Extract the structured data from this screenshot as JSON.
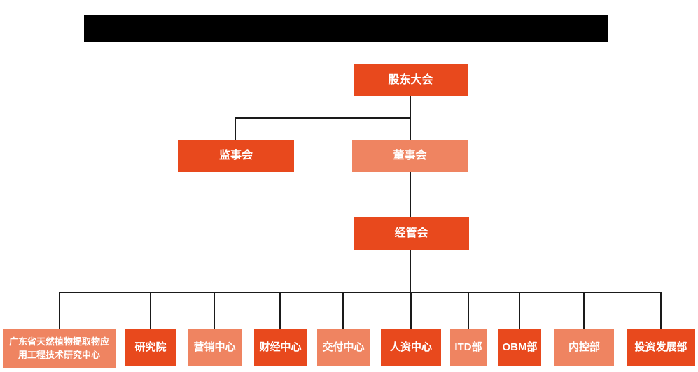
{
  "colors": {
    "primary_orange": "#E8491D",
    "light_orange": "#EF8461",
    "connector_line": "#1a1a1a",
    "node_text": "#ffffff",
    "redacted_bar": "#000000",
    "background": "#ffffff"
  },
  "org_chart": {
    "root": {
      "label": "股东大会"
    },
    "level2": [
      {
        "label": "监事会"
      },
      {
        "label": "董事会"
      }
    ],
    "level3": {
      "label": "经管会"
    },
    "departments": [
      {
        "label": "广东省天然植物提取物应用工程技术研究中心"
      },
      {
        "label": "研究院"
      },
      {
        "label": "营销中心"
      },
      {
        "label": "财经中心"
      },
      {
        "label": "交付中心"
      },
      {
        "label": "人资中心"
      },
      {
        "label": "ITD部"
      },
      {
        "label": "OBM部"
      },
      {
        "label": "内控部"
      },
      {
        "label": "投资发展部"
      }
    ]
  }
}
